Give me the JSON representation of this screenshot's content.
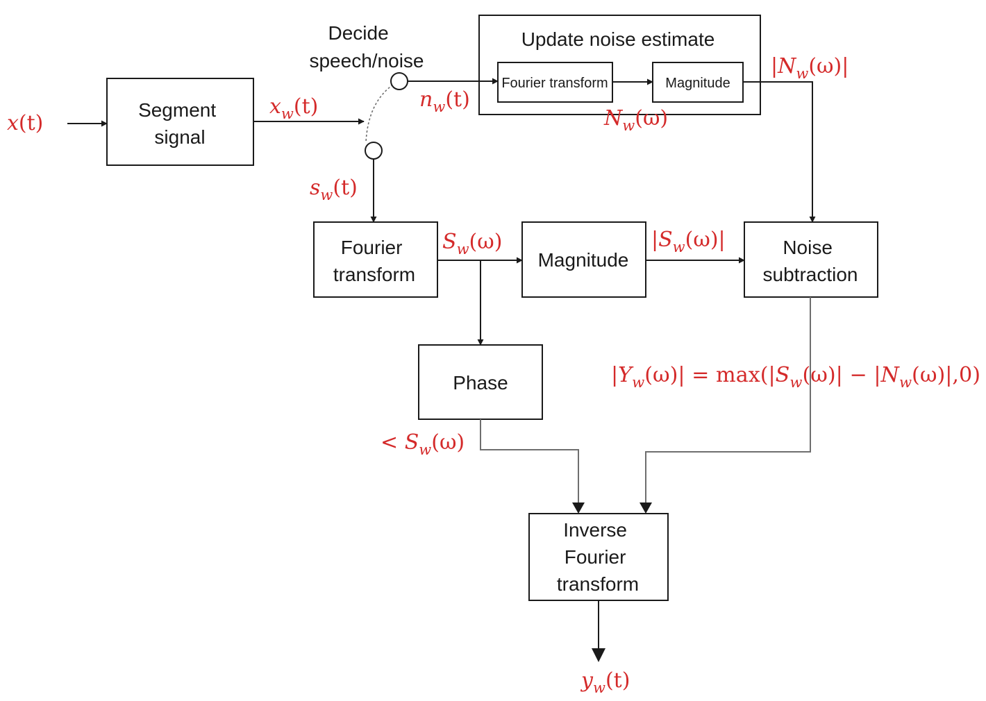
{
  "colors": {
    "box_stroke": "#1a1a1a",
    "signal_label": "#d42a2a",
    "gray_wire": "#6e6e6e"
  },
  "blocks": {
    "segment": [
      "Segment",
      "signal"
    ],
    "decide": [
      "Decide",
      "speech/noise"
    ],
    "update_noise": "Update noise estimate",
    "noise_fourier": "Fourier transform",
    "noise_magnitude": "Magnitude",
    "fourier": [
      "Fourier",
      "transform"
    ],
    "magnitude": "Magnitude",
    "noise_subtraction": [
      "Noise",
      "subtraction"
    ],
    "phase": "Phase",
    "inverse_fourier": [
      "Inverse",
      "Fourier",
      "transform"
    ]
  },
  "signals": {
    "x": {
      "base": "x",
      "arg": "(t)"
    },
    "xw": {
      "base": "x",
      "sub": "w",
      "arg": "(t)"
    },
    "nw": {
      "base": "n",
      "sub": "w",
      "arg": "(t)"
    },
    "Nw_mag": {
      "pre": "|",
      "base": "N",
      "sub": "w",
      "arg": "(ω)|"
    },
    "Nw": {
      "base": "N",
      "sub": "w",
      "arg": "(ω)"
    },
    "sw": {
      "base": "s",
      "sub": "w",
      "arg": "(t)"
    },
    "Sw": {
      "base": "S",
      "sub": "w",
      "arg": "(ω)"
    },
    "Sw_mag": {
      "pre": "|",
      "base": "S",
      "sub": "w",
      "arg": "(ω)|"
    },
    "Sw_phase": {
      "pre": "< ",
      "base": "S",
      "sub": "w",
      "arg": "(ω)"
    },
    "yw": {
      "base": "y",
      "sub": "w",
      "arg": "(t)"
    },
    "formula": {
      "lhs_pre": "|",
      "lhs_base": "Y",
      "lhs_sub": "w",
      "lhs_arg": "(ω)| = ",
      "op": "max",
      "p1": "(|",
      "s_base": "S",
      "s_sub": "w",
      "p2": "(ω)| − |",
      "n_base": "N",
      "n_sub": "w",
      "p3": "(ω)|,0)"
    }
  }
}
